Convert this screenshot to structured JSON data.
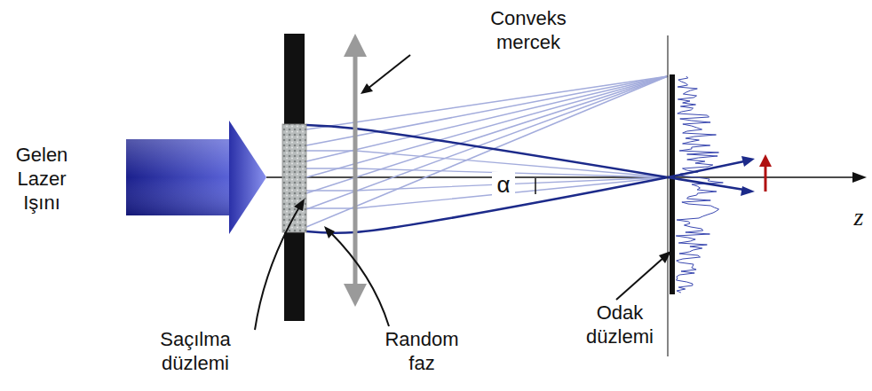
{
  "diagram": {
    "labels": [
      "Conveks mercek",
      "Gelen Lazer Işını",
      "Saçılma düzlemi",
      "Random faz",
      "Odak düzlemi",
      "α",
      "z"
    ]
  }
}
